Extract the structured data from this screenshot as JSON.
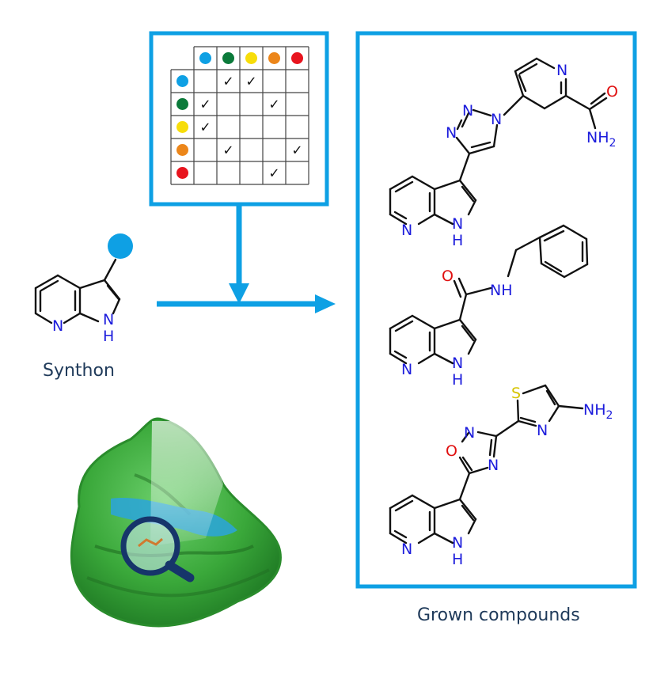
{
  "captions": {
    "synthon": "Synthon",
    "grown": "Grown compounds"
  },
  "colors": {
    "accent": "#0ea0e4",
    "dot_colors": [
      "#0ea0e4",
      "#0b7a3a",
      "#f7dd0a",
      "#ec861a",
      "#e8141e"
    ],
    "dot_names": [
      "blue",
      "green",
      "yellow",
      "orange",
      "red"
    ],
    "heteroatom_N": "#1c1cdc",
    "heteroatom_O": "#e01010",
    "heteroatom_S": "#d6c400",
    "protein": "#3aa83a"
  },
  "compatibility_matrix": {
    "check_symbol": "✓",
    "rows": [
      [
        false,
        true,
        true,
        false,
        false
      ],
      [
        true,
        false,
        false,
        true,
        false
      ],
      [
        true,
        false,
        false,
        false,
        false
      ],
      [
        false,
        true,
        false,
        false,
        true
      ],
      [
        false,
        false,
        false,
        true,
        false
      ]
    ]
  },
  "atom_labels": {
    "synthon": {
      "N_ring": "N",
      "NH_N": "N",
      "NH_H": "H"
    },
    "compound1": {
      "pyr_N": "N",
      "tri_N1": "N",
      "tri_N2": "N",
      "tri_N3": "N",
      "O": "O",
      "NH2": "NH",
      "sub2": "2",
      "core_N": "N",
      "core_NH_N": "N",
      "core_NH_H": "H"
    },
    "compound2": {
      "O": "O",
      "NH": "NH",
      "core_N": "N",
      "core_NH_N": "N",
      "core_NH_H": "H"
    },
    "compound3": {
      "S": "S",
      "thz_N": "N",
      "NH2": "NH",
      "sub2": "2",
      "oxd_O": "O",
      "oxd_N1": "N",
      "oxd_N2": "N",
      "core_N": "N",
      "core_NH_N": "N",
      "core_NH_H": "H"
    }
  },
  "icons": {
    "magnifier": "magnifier-icon",
    "protein": "protein-surface"
  }
}
